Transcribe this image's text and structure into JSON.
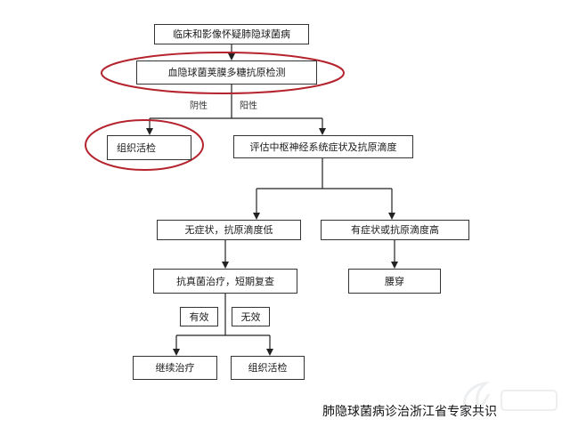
{
  "nodes": {
    "suspicion": "临床和影像怀疑肺隐球菌病",
    "antigen_test": "血隐球菌荚膜多糖抗原检测",
    "biopsy_top": "组织活检",
    "cns_eval": "评估中枢神经系统症状及抗原滴度",
    "no_symptom_low": "无症状，抗原滴度低",
    "symptom_high": "有症状或抗原滴度高",
    "antifungal": "抗真菌治疗，短期复查",
    "lumbar_puncture": "腰穿",
    "effective": "有效",
    "ineffective": "无效",
    "continue_treatment": "继续治疗",
    "biopsy_bottom": "组织活检"
  },
  "edge_labels": {
    "negative": "阴性",
    "positive": "阳性"
  },
  "caption": "肺隐球菌病诊治浙江省专家共识",
  "colors": {
    "highlight_ellipse": "#b5242e",
    "box_border": "#333333",
    "arrow": "#222222"
  }
}
